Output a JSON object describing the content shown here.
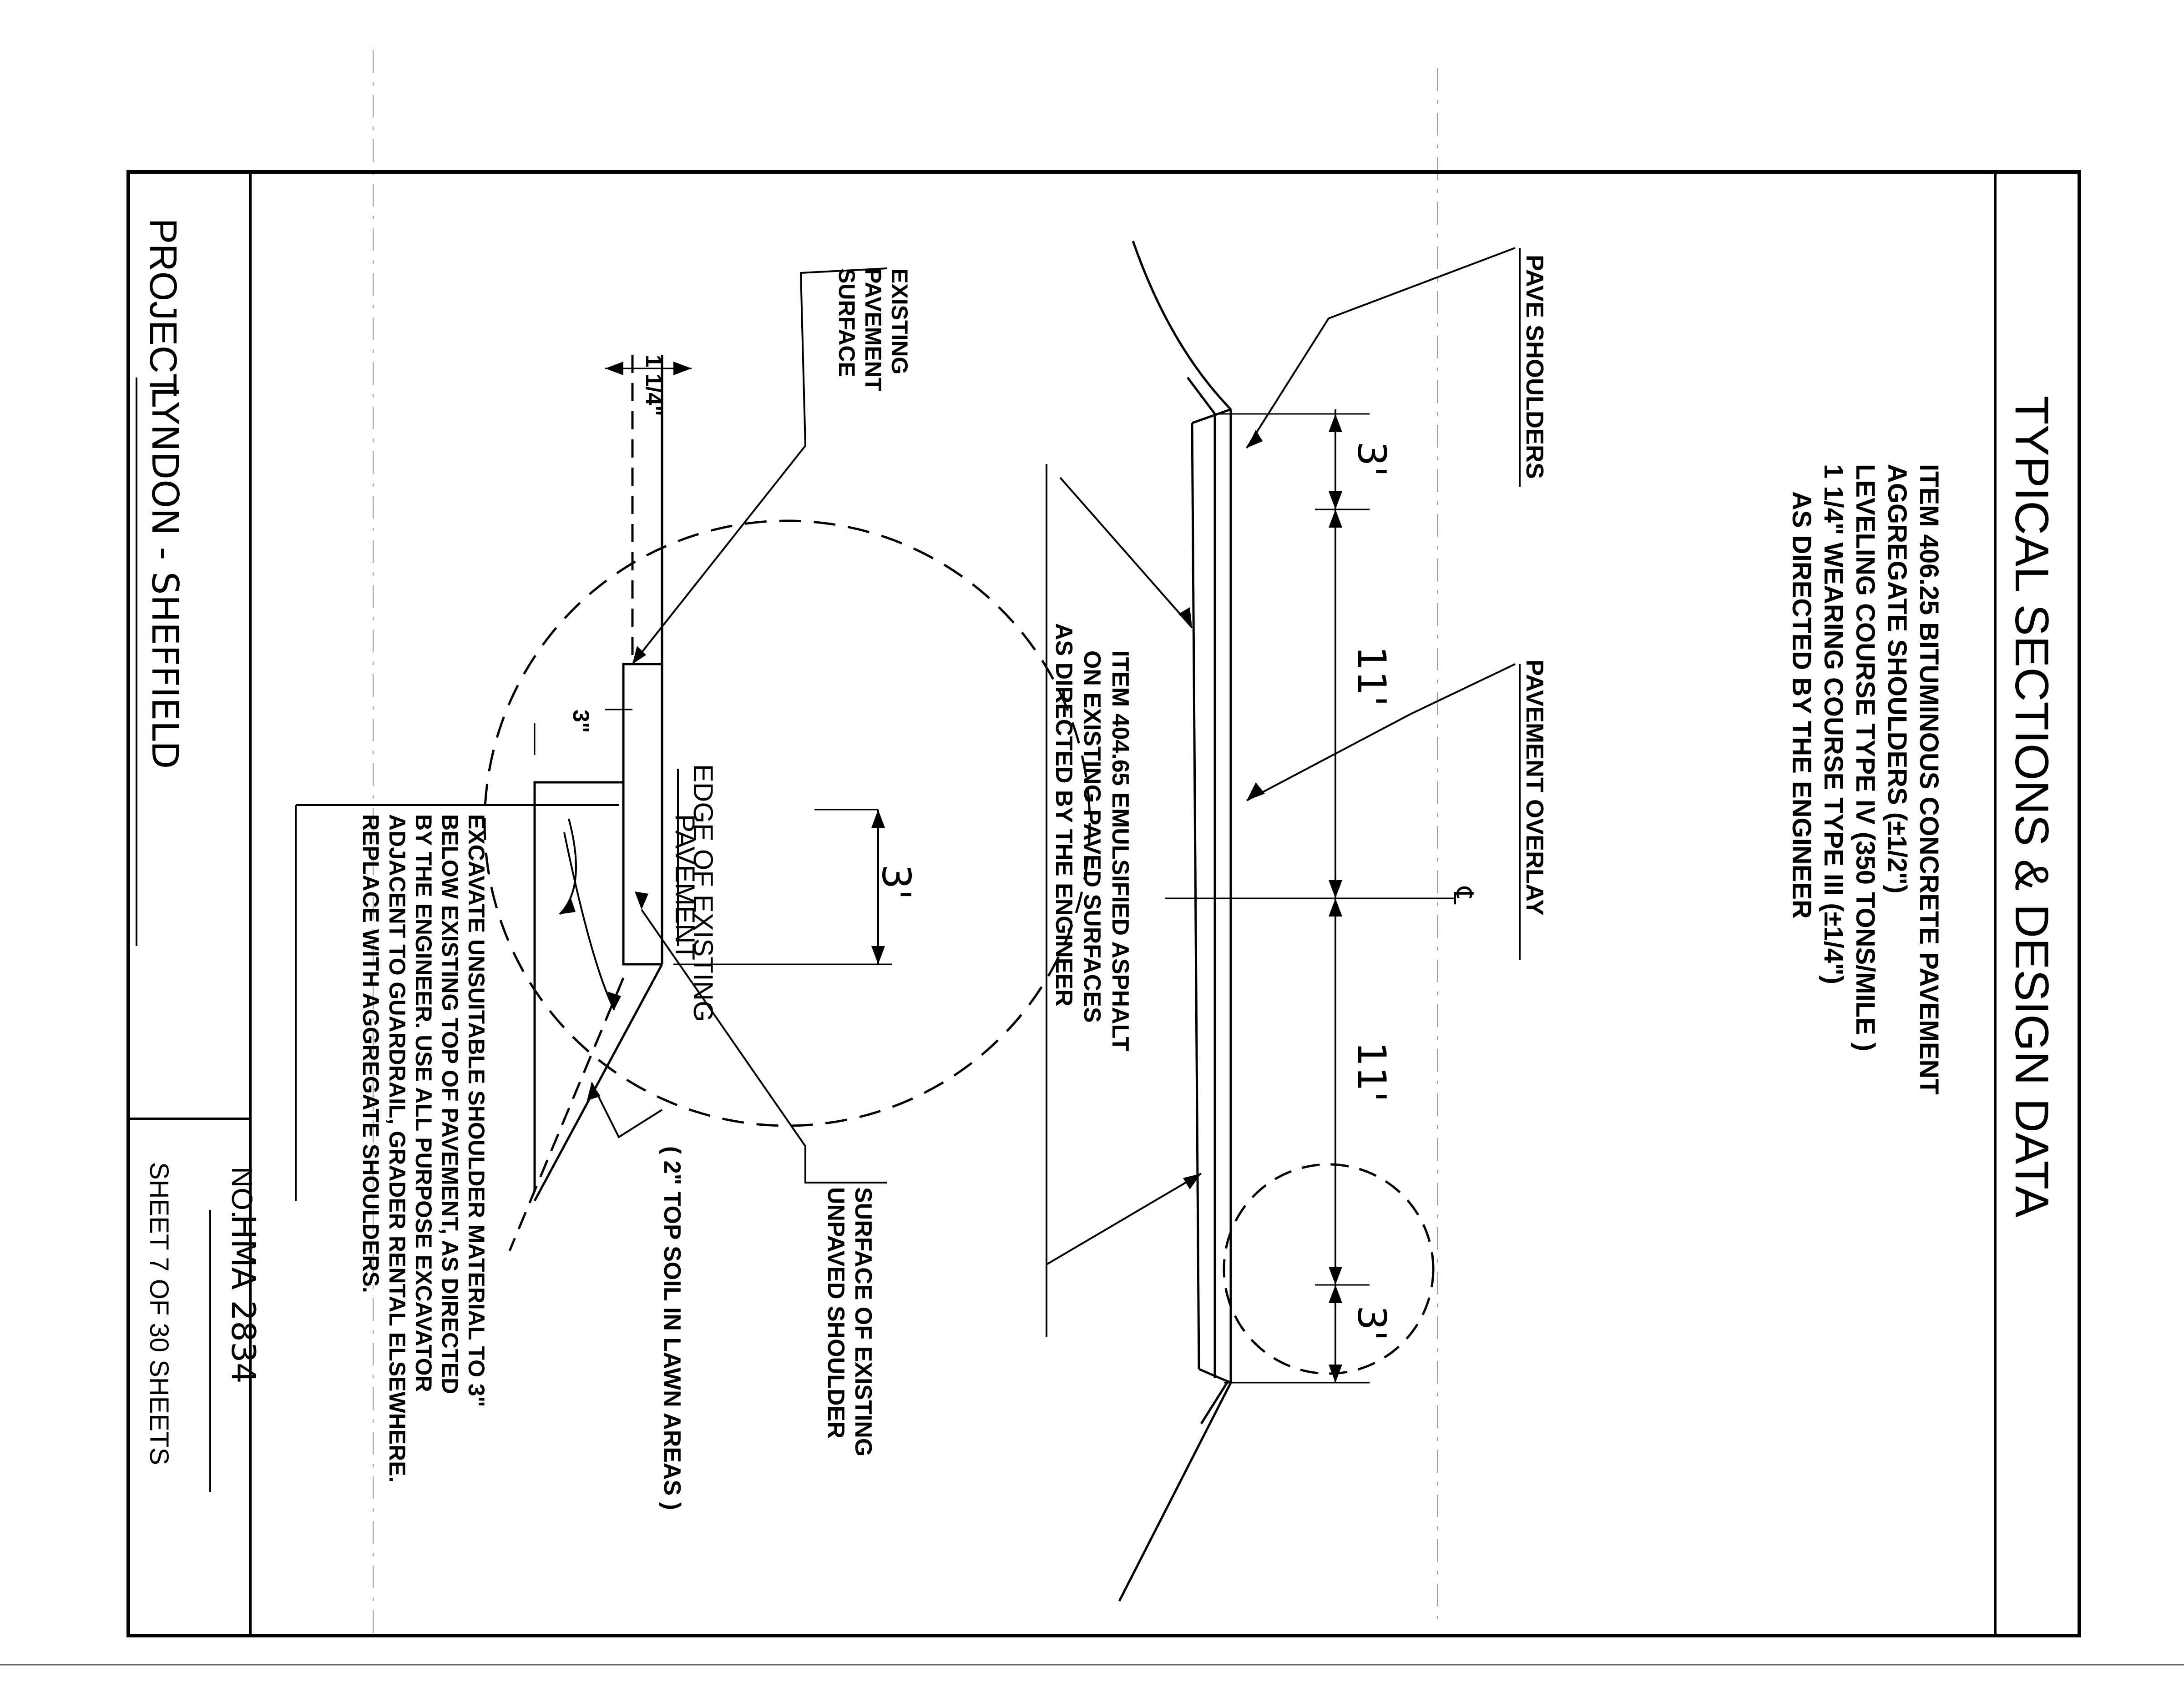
{
  "sheet": {
    "title": "TYPICAL SECTIONS & DESIGN DATA",
    "notes": [
      "ITEM 406.25 BITUMINOUS CONCRETE PAVEMENT",
      "AGGREGATE SHOULDERS (±1/2\")",
      "LEVELING COURSE TYPE IV (350 TONS/MILE )",
      "1 1/4\" WEARING COURSE TYPE III   (±1/4\")",
      "AS DIRECTED BY THE ENGINEER"
    ]
  },
  "typical_section": {
    "pave_shoulders": "PAVE SHOULDERS",
    "pavement_overlay": "PAVEMENT OVERLAY",
    "centerline_symbol": "℄",
    "dims": [
      "3'",
      "11'",
      "11'",
      "3'"
    ],
    "item_404": [
      "ITEM 404.65 EMULSIFIED ASPHALT",
      "ON EXISTING PAVED SURFACES",
      "AS DIRECTED BY THE ENGINEER"
    ]
  },
  "detail": {
    "existing_pavement_surface": [
      "EXISTING",
      "PAVEMENT",
      "SURFACE"
    ],
    "thickness": "1 1/4\"",
    "depth": "3\"",
    "edge_of_existing": "EDGE OF EXISTING",
    "pavement": "PAVEMENT",
    "shoulder_width": "3'",
    "surface_unpaved": [
      "SURFACE OF EXISTING",
      "UNPAVED SHOULDER"
    ],
    "top_soil": "( 2\" TOP SOIL IN LAWN AREAS )",
    "excavate_note": [
      "EXCAVATE UNSUITABLE SHOULDER MATERIAL TO 3\"",
      "BELOW EXISTING TOP OF PAVEMENT, AS DIRECTED",
      "BY THE ENGINEER.  USE ALL PURPOSE EXCAVATOR",
      "ADJACENT TO GUARDRAIL, GRADER RENTAL ELSEWHERE.",
      "REPLACE WITH AGGREGATE SHOULDERS."
    ]
  },
  "title_block": {
    "project_label": "PROJECT",
    "project_name": "LYNDON - SHEFFIELD",
    "no_label": "NO.",
    "no_value": "HMA 2834",
    "sheet_of": "SHEET 7 OF 30 SHEETS"
  }
}
